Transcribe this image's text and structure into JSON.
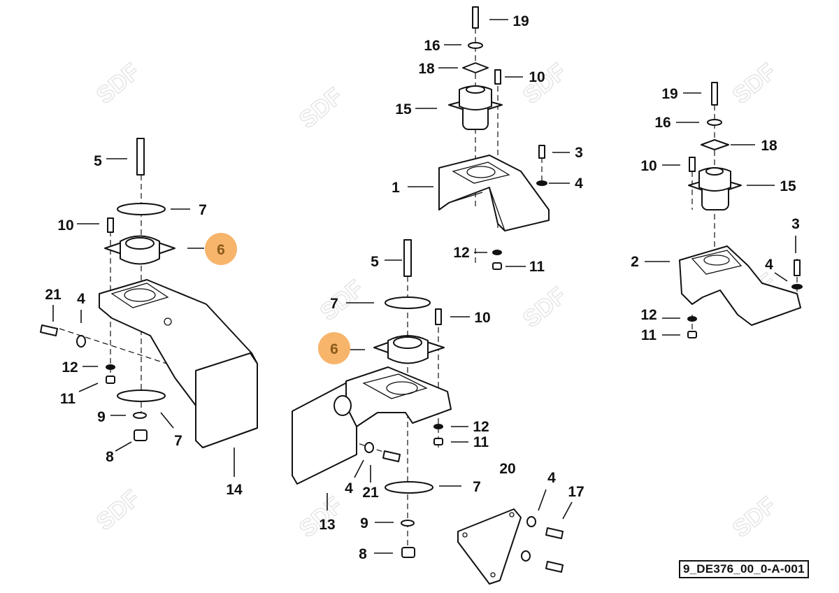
{
  "diagram": {
    "document_id": "9_DE376_00_0-A-001",
    "watermark": "SDF",
    "highlight_color": "#f7b46b",
    "callouts": [
      "19",
      "16",
      "18",
      "10",
      "15",
      "3",
      "4",
      "1",
      "12",
      "11",
      "19",
      "16",
      "18",
      "10",
      "15",
      "3",
      "4",
      "2",
      "12",
      "11",
      "5",
      "7",
      "10",
      "6",
      "21",
      "4",
      "12",
      "11",
      "9",
      "7",
      "8",
      "14",
      "5",
      "7",
      "10",
      "6",
      "12",
      "11",
      "4",
      "21",
      "13",
      "7",
      "20",
      "4",
      "17",
      "9",
      "8"
    ],
    "highlighted_callouts": [
      23,
      35
    ]
  }
}
